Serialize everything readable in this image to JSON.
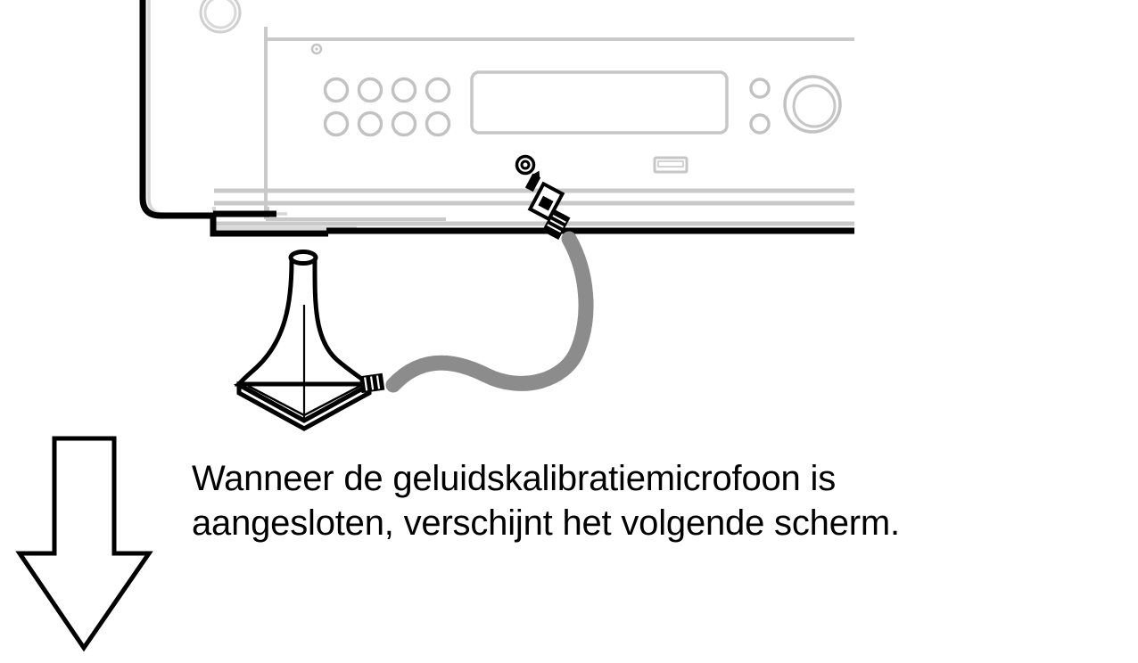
{
  "document": {
    "language": "nl",
    "background_color": "#ffffff",
    "figure_type": "line-drawing-instruction"
  },
  "caption": {
    "line1": "Wanneer de geluidskalibratiemicrofoon is",
    "line2": "aangesloten, verschijnt het volgende scherm.",
    "full_text": "Wanneer de geluidskalibratiemicrofoon is aangesloten, verschijnt het volgende scherm.",
    "text_color": "#000000"
  },
  "arrow": {
    "name": "down-arrow",
    "direction": "down",
    "fill": "#ffffff",
    "stroke": "#000000"
  },
  "receiver": {
    "name": "av-receiver-front-panel",
    "outline_color": "#c9c9c9",
    "edge_color": "#000000",
    "display_panel": {
      "name": "display-window",
      "text": ""
    },
    "buttons": {
      "rows": 2,
      "columns": 4,
      "total": 8,
      "color": "#bfbfbf"
    },
    "small_knobs": 2,
    "volume_knob": {
      "name": "volume-knob",
      "color": "#bfbfbf"
    },
    "power_knob": {
      "name": "power-knob",
      "color": "#cfcfcf"
    },
    "usb_port": {
      "name": "usb-port",
      "color": "#c9c9c9"
    },
    "led_indicator": {
      "name": "led-indicator",
      "color": "#c9c9c9"
    },
    "setup_mic_jack": {
      "name": "setup-mic-jack",
      "label": "",
      "color": "#000000"
    }
  },
  "microphone": {
    "name": "sound-calibration-microphone",
    "stroke": "#000000",
    "fill": "#ffffff",
    "base_shape": "square-pedestal"
  },
  "cable": {
    "name": "microphone-cable",
    "color": "#8c8c8c",
    "plug": {
      "name": "mini-plug-connector",
      "color": "#000000",
      "type": "3.5mm"
    }
  }
}
